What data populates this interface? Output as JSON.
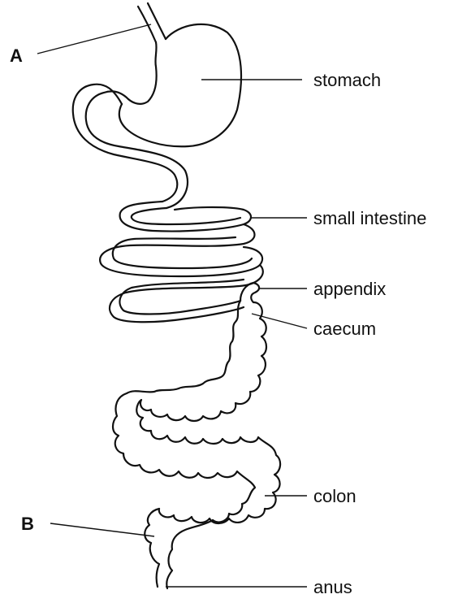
{
  "labels": {
    "a": "A",
    "b": "B",
    "stomach": "stomach",
    "small_intestine": "small intestine",
    "appendix": "appendix",
    "caecum": "caecum",
    "colon": "colon",
    "anus": "anus"
  }
}
